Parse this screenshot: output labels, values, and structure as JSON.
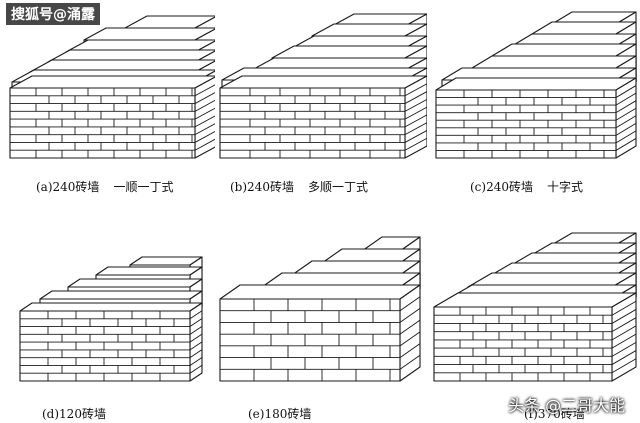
{
  "watermark_top": "搜狐号@涌露",
  "watermark_bottom": "头条 @二哥大能",
  "panels": [
    {
      "letter": "(a)",
      "wall": "240砖墙",
      "style": "一顺一丁式"
    },
    {
      "letter": "(b)",
      "wall": "240砖墙",
      "style": "多顺一丁式"
    },
    {
      "letter": "(c)",
      "wall": "240砖墙",
      "style": "十字式"
    },
    {
      "letter": "(d)",
      "wall": "120砖墙",
      "style": ""
    },
    {
      "letter": "(e)",
      "wall": "180砖墙",
      "style": ""
    },
    {
      "letter": "(f)",
      "wall": "370砖墙",
      "style": ""
    }
  ],
  "colors": {
    "line": "#1a1a1a",
    "fill": "#ffffff"
  }
}
